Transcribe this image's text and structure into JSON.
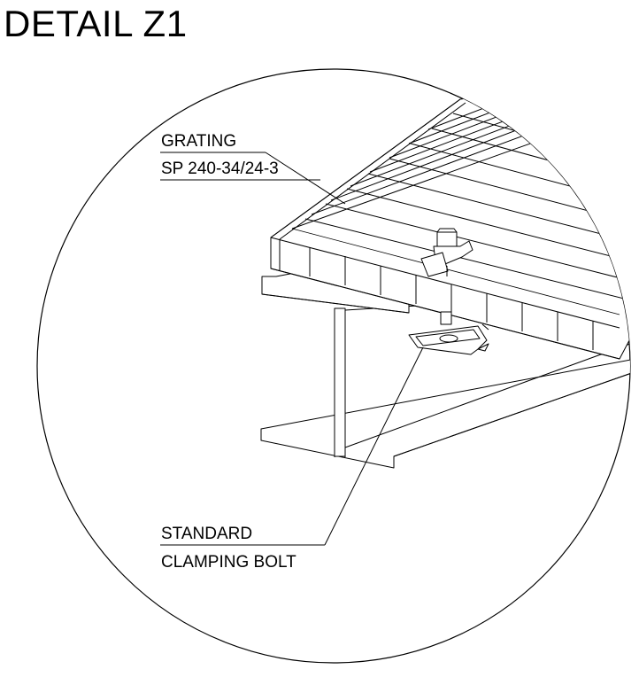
{
  "detail": {
    "title": "DETAIL Z1"
  },
  "callouts": {
    "grating": {
      "line1": "GRATING",
      "line2": "SP 240-34/24-3"
    },
    "bolt": {
      "line1": "STANDARD",
      "line2": "CLAMPING BOLT"
    }
  },
  "colors": {
    "ink": "#000000",
    "paper": "#ffffff"
  }
}
